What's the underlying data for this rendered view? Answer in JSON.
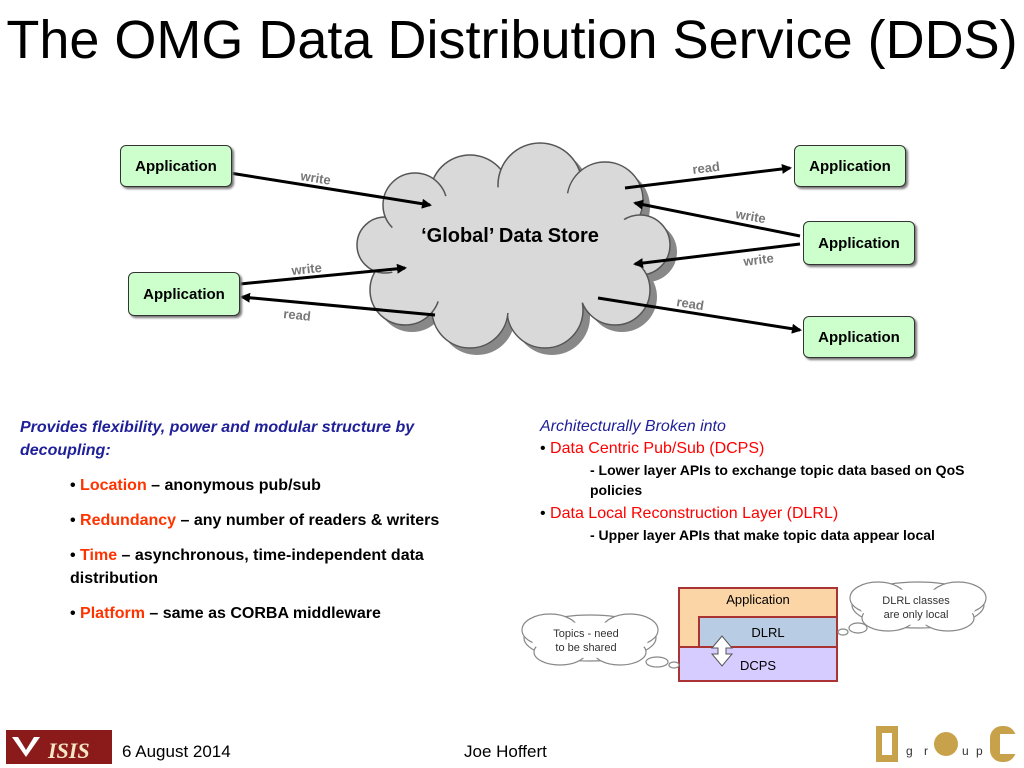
{
  "title": "The OMG Data Distribution Service (DDS)",
  "diagram": {
    "store_label": "‘Global’ Data Store",
    "app_label": "Application",
    "edges": {
      "write1": "write",
      "read1": "read",
      "write2": "write",
      "write3": "write",
      "read2": "read",
      "read3": "read",
      "write4": "write"
    }
  },
  "left": {
    "intro": "Provides flexibility, power and modular structure by decoupling:",
    "bullets": [
      {
        "key": "Location",
        "text": " – anonymous pub/sub"
      },
      {
        "key": "Redundancy",
        "text": " – any number of readers & writers"
      },
      {
        "key": "Time",
        "text": " – asynchronous, time-independent data distribution"
      },
      {
        "key": "Platform",
        "text": " – same as CORBA middleware"
      }
    ]
  },
  "right": {
    "heading": "Architecturally Broken into",
    "items": [
      {
        "label": "Data Centric Pub/Sub (DCPS)",
        "detail": "- Lower layer APIs to exchange topic data based on QoS policies"
      },
      {
        "label": "Data Local Reconstruction Layer (DLRL)",
        "detail": "- Upper layer APIs that make topic data appear local"
      }
    ]
  },
  "layers": {
    "application": "Application",
    "dlrl": "DLRL",
    "dcps": "DCPS",
    "callout_topics": "Topics - need to be shared",
    "callout_topics_1": "Topics - need",
    "callout_topics_2": "to be shared",
    "callout_dlrl_1": "DLRL classes",
    "callout_dlrl_2": "are only local"
  },
  "footer": {
    "logo_left": "ISIS",
    "date": "6 August 2014",
    "author": "Joe Hoffert",
    "logo_right": "D g r o u p C"
  },
  "colors": {
    "app_fill": "#ccffcc",
    "cloud_fill": "#d9d9d9",
    "intro_blue": "#1f1f99",
    "accent_red": "#ff3300",
    "layer_app": "#fbd5a5",
    "layer_dlrl": "#b8cce4",
    "layer_dcps": "#d6ccff"
  }
}
